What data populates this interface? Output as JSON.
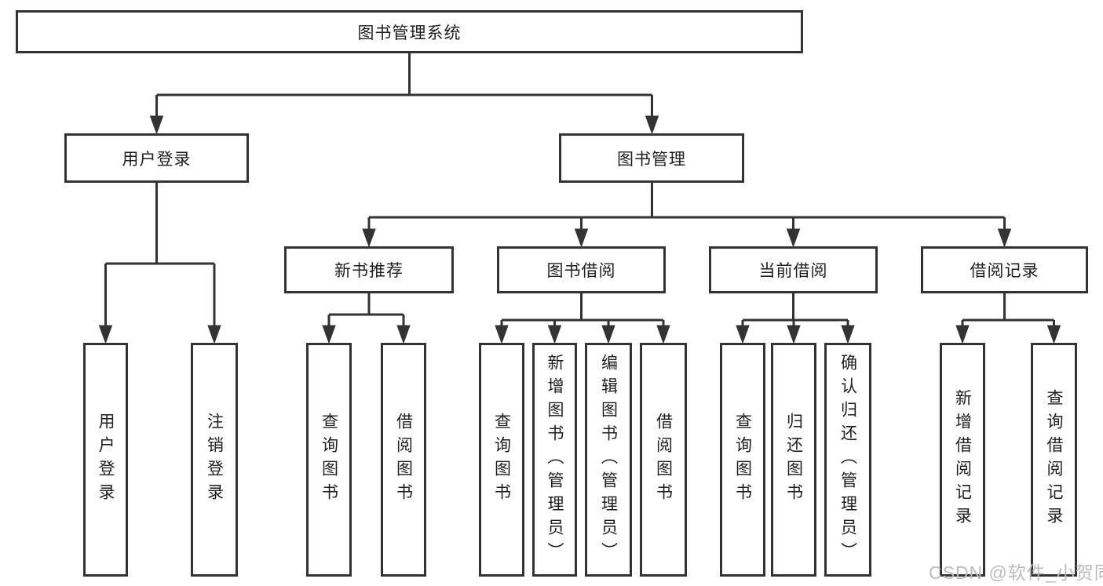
{
  "tree": {
    "root": {
      "label": "图书管理系统"
    },
    "branches": [
      {
        "label": "用户登录",
        "children": [
          {
            "label": "用户登录"
          },
          {
            "label": "注销登录"
          }
        ]
      },
      {
        "label": "图书管理",
        "children": [
          {
            "label": "新书推荐",
            "children": [
              {
                "label": "查询图书"
              },
              {
                "label": "借阅图书"
              }
            ]
          },
          {
            "label": "图书借阅",
            "children": [
              {
                "label": "查询图书"
              },
              {
                "label": "新增图书（管理员）"
              },
              {
                "label": "编辑图书（管理员）"
              },
              {
                "label": "借阅图书"
              }
            ]
          },
          {
            "label": "当前借阅",
            "children": [
              {
                "label": "查询图书"
              },
              {
                "label": "归还图书"
              },
              {
                "label": "确认归还（管理员）"
              }
            ]
          },
          {
            "label": "借阅记录",
            "children": [
              {
                "label": "新增借阅记录"
              },
              {
                "label": "查询借阅记录"
              }
            ]
          }
        ]
      }
    ]
  },
  "watermark": "CSDN @软件_小贺同学",
  "colors": {
    "line": "#333333",
    "text": "#1e1e1e",
    "background": "#ffffff",
    "watermark": "#b9bcc2"
  }
}
